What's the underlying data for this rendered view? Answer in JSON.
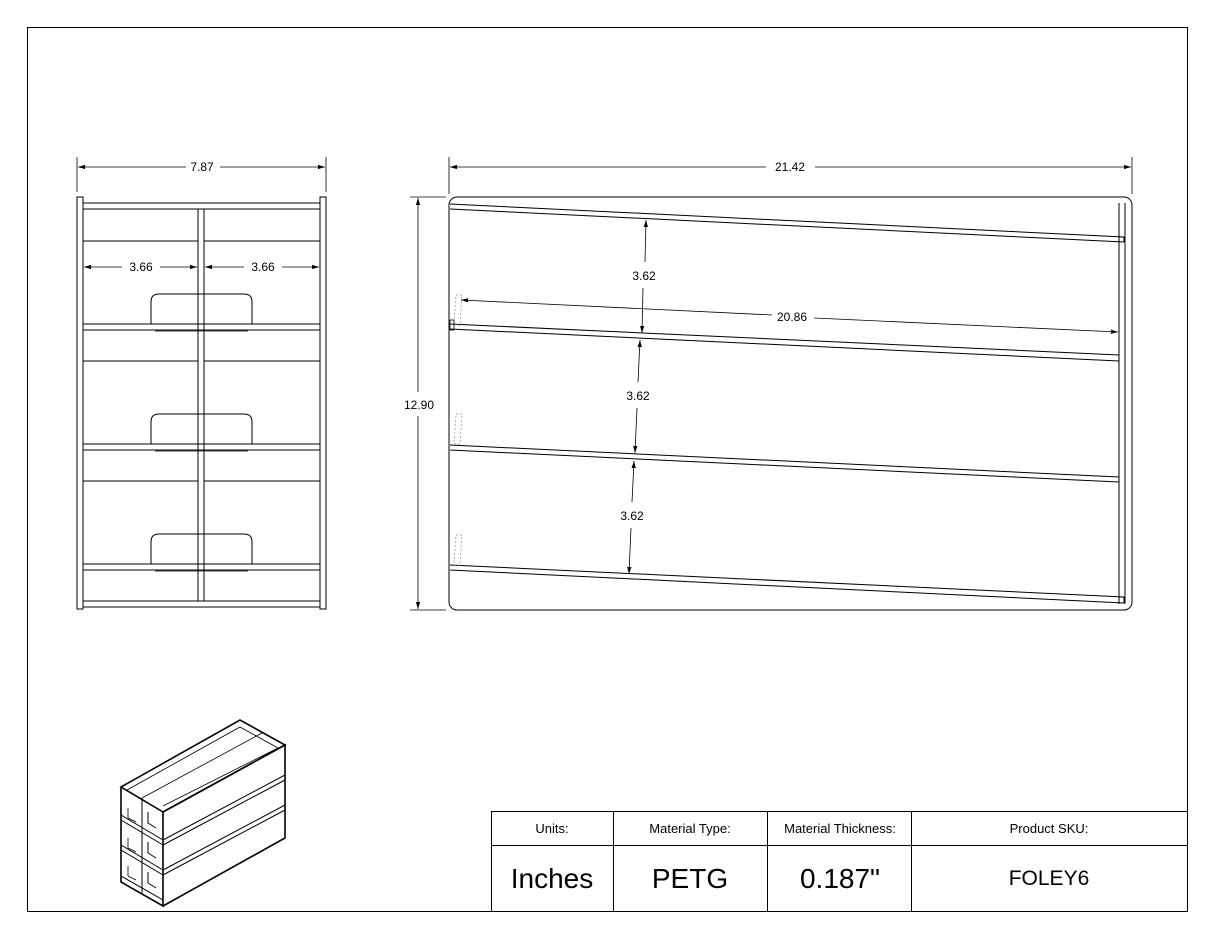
{
  "front_view": {
    "overall_width": "7.87",
    "left_compartment": "3.66",
    "right_compartment": "3.66"
  },
  "side_view": {
    "overall_width": "21.42",
    "overall_height": "12.90",
    "shelf_length": "20.86",
    "shelf_spacing": [
      "3.62",
      "3.62",
      "3.62"
    ]
  },
  "title_block": {
    "units_label": "Units:",
    "units_value": "Inches",
    "material_label": "Material Type:",
    "material_value": "PETG",
    "thickness_label": "Material Thickness:",
    "thickness_value": "0.187\"",
    "sku_label": "Product SKU:",
    "sku_value": "FOLEY6"
  }
}
